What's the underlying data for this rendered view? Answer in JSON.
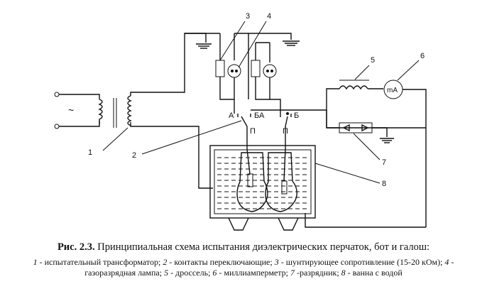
{
  "diagram": {
    "callouts": [
      "1",
      "2",
      "3",
      "4",
      "5",
      "6",
      "7",
      "8"
    ],
    "source_symbol": "~",
    "meter_label": "mA",
    "switch_labels": {
      "left_a": "А",
      "left_ba": "БА",
      "right_b": "Б",
      "left_p": "П",
      "right_p": "П"
    }
  },
  "caption": {
    "prefix": "Рис. 2.3.",
    "text": "Принципиальная схема испытания диэлектрических перчаток, бот и галош:"
  },
  "legend": {
    "items": [
      {
        "num": "1",
        "text": " - испытательный трансформатор; "
      },
      {
        "num": "2",
        "text": " - контакты переключающие; "
      },
      {
        "num": "3",
        "text": " - шунтирующее сопротивление (15-20 кОм); "
      },
      {
        "num": "4",
        "text": " - газоразрядная лампа; "
      },
      {
        "num": "5",
        "text": " - дроссель; "
      },
      {
        "num": "6",
        "text": " - миллиамперметр; "
      },
      {
        "num": "7",
        "text": " -разрядник; "
      },
      {
        "num": "8",
        "text": " - ванна с водой"
      }
    ]
  },
  "colors": {
    "ink": "#111111",
    "background": "#ffffff"
  }
}
